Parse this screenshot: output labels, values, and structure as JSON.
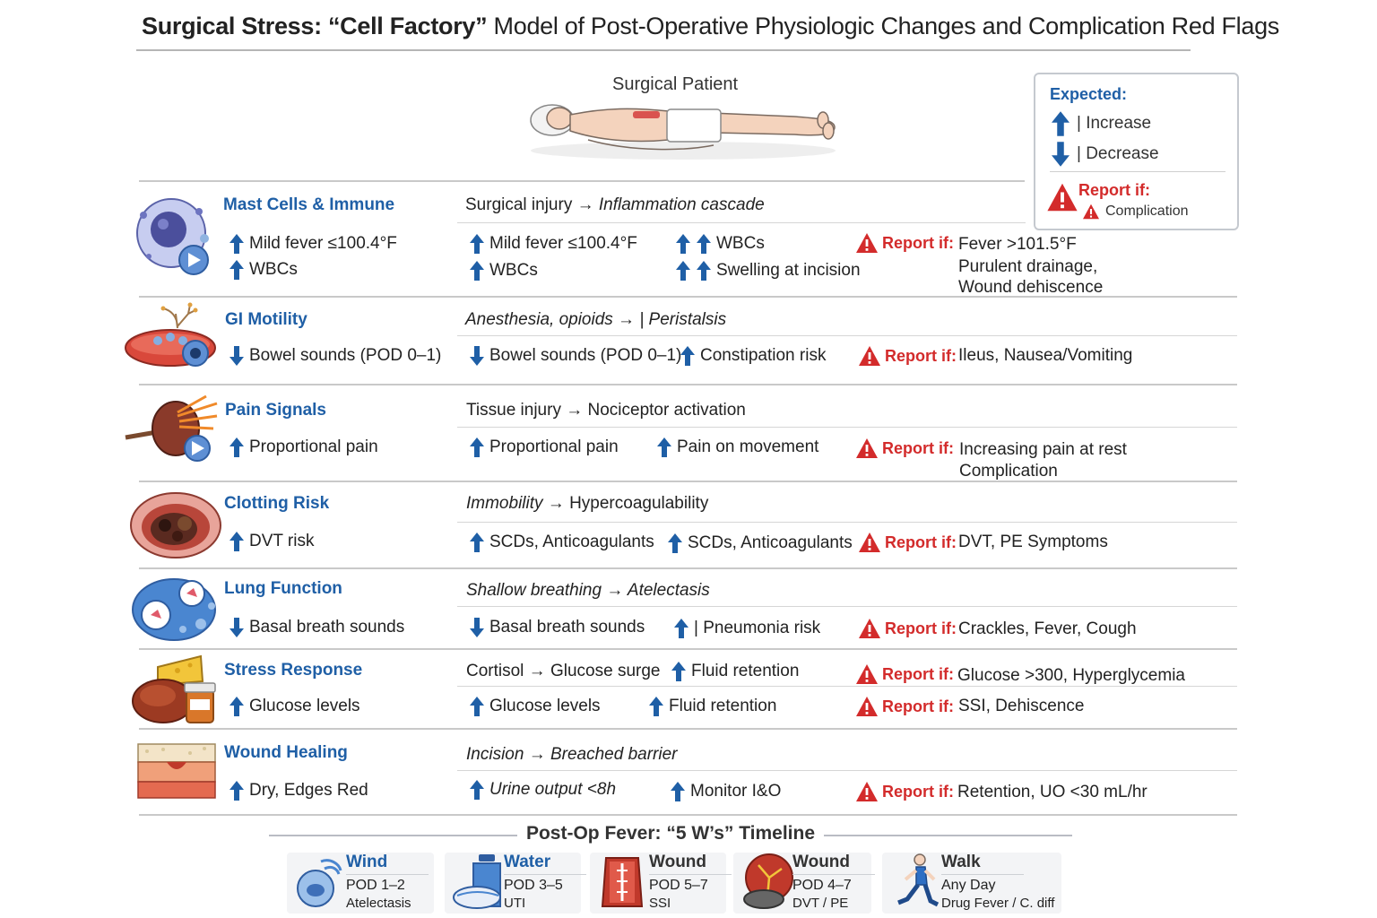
{
  "title": {
    "bold": "Surgical Stress: “Cell Factory”",
    "rest": " Model of Post-Operative Physiologic Changes and Complication Red Flags"
  },
  "patient_label": "Surgical Patient",
  "legend": {
    "title": "Expected:",
    "increase": "| Increase",
    "decrease": "| Decrease",
    "report": "Report if:",
    "complication": "Complication"
  },
  "report_label": "Report if:",
  "sections": [
    {
      "title": "Mast Cells & Immune",
      "mechanism": "Surgical injury → ",
      "mechanism_it": "Inflammation cascade",
      "col1": [
        {
          "dir": "up",
          "text": "Mild fever ≤100.4°F"
        },
        {
          "dir": "up",
          "text": "WBCs"
        }
      ],
      "col2": [
        {
          "dir": "up",
          "text": "Mild fever ≤100.4°F"
        },
        {
          "dir": "up",
          "text": "WBCs"
        }
      ],
      "col3": [
        {
          "dir": "upup",
          "text": "WBCs"
        },
        {
          "dir": "upup",
          "text": "Swelling at incision"
        }
      ],
      "flags": [
        "Fever >101.5°F",
        "Purulent drainage,",
        "Wound dehiscence"
      ]
    },
    {
      "title": "GI Motility",
      "mechanism_full_it": "Anesthesia, opioids → | Peristalsis",
      "col1": [
        {
          "dir": "down",
          "text": "Bowel sounds (POD 0–1)"
        }
      ],
      "col2": [
        {
          "dir": "down",
          "text": "Bowel sounds (POD 0–1)"
        }
      ],
      "col3": [
        {
          "dir": "up",
          "text": "Constipation risk"
        }
      ],
      "flags": [
        "Ileus, Nausea/Vomiting"
      ]
    },
    {
      "title": "Pain Signals",
      "mechanism": "Tissue injury → Nociceptor activation",
      "col1": [
        {
          "dir": "up",
          "text": "Proportional pain"
        }
      ],
      "col2": [
        {
          "dir": "up",
          "text": "Proportional pain"
        }
      ],
      "col3": [
        {
          "dir": "up",
          "text": "Pain on movement"
        }
      ],
      "flags": [
        "Increasing pain at rest",
        "Complication"
      ]
    },
    {
      "title": "Clotting Risk",
      "mechanism_it_first": "Immobility",
      "mechanism_rest": " → Hypercoagulability",
      "col1": [
        {
          "dir": "up",
          "text": "DVT risk"
        }
      ],
      "col2": [
        {
          "dir": "up",
          "text": "SCDs, Anticoagulants"
        }
      ],
      "col3": [
        {
          "dir": "up",
          "text": "SCDs, Anticoagulants"
        }
      ],
      "flags": [
        "DVT, PE Symptoms"
      ]
    },
    {
      "title": "Lung Function",
      "mechanism_full_it": "Shallow breathing → Atelectasis",
      "col1": [
        {
          "dir": "down",
          "text": "Basal breath sounds"
        }
      ],
      "col2": [
        {
          "dir": "down",
          "text": "Basal breath sounds"
        }
      ],
      "col3": [
        {
          "dir": "up",
          "text": "| Pneumonia risk"
        }
      ],
      "flags": [
        "Crackles, Fever, Cough"
      ]
    },
    {
      "title": "Stress Response",
      "mechanism": "Cortisol → Glucose surge",
      "mech_col3": {
        "dir": "up",
        "text": "Fluid retention"
      },
      "mech_flag": "Glucose >300, Hyperglycemia",
      "col1": [
        {
          "dir": "up",
          "text": "Glucose levels"
        }
      ],
      "col2": [
        {
          "dir": "up",
          "text": "Glucose levels"
        }
      ],
      "col3": [
        {
          "dir": "up",
          "text": "Fluid retention"
        }
      ],
      "flags": [
        "SSI, Dehiscence"
      ]
    },
    {
      "title": "Wound Healing",
      "mechanism_it_first": "Incision",
      "mechanism_rest_it": " → Breached barrier",
      "col1": [
        {
          "dir": "up",
          "text": "Dry, Edges Red"
        }
      ],
      "col2": [
        {
          "dir": "up",
          "text": "Urine output <8h"
        }
      ],
      "col3": [
        {
          "dir": "up",
          "text": "Monitor I&O"
        }
      ],
      "flags": [
        "Retention, UO <30 mL/hr"
      ]
    }
  ],
  "timeline": {
    "title": "Post-Op Fever: “5 W’s” Timeline",
    "cards": [
      {
        "title": "Wind",
        "line1": "POD 1–2",
        "line2": "Atelectasis",
        "icon": "lungs-icon"
      },
      {
        "title": "Water",
        "line1": "POD 3–5",
        "line2": "UTI",
        "icon": "bladder-icon"
      },
      {
        "title": "Wound",
        "line1": "POD 5–7",
        "line2": "SSI",
        "icon": "wound-icon"
      },
      {
        "title": "Wound",
        "line1": "POD 4–7",
        "line2": "DVT / PE",
        "icon": "clot-icon"
      },
      {
        "title": "Walk",
        "line1": "Any Day",
        "line2": "Drug Fever / C. diff",
        "icon": "walker-icon"
      }
    ]
  },
  "colors": {
    "blue": "#1f5fa6",
    "red": "#d32b2b"
  }
}
